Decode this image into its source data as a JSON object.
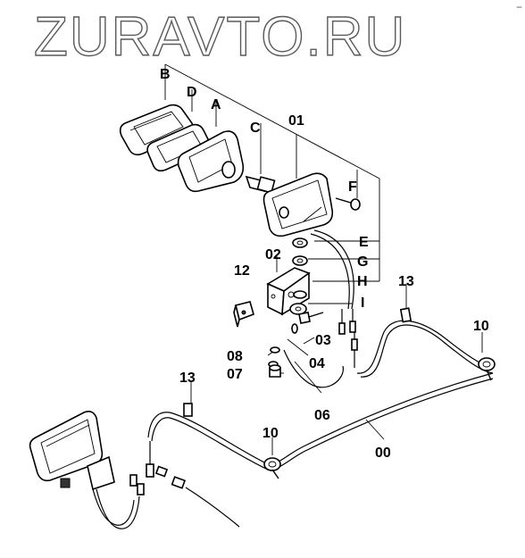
{
  "watermark": "ZURAVTO.RU",
  "corner_mark": "−",
  "labels": {
    "B": "B",
    "D": "D",
    "A": "A",
    "C": "C",
    "p01": "01",
    "F": "F",
    "E": "E",
    "G": "G",
    "p02": "02",
    "H": "H",
    "p12": "12",
    "p13a": "13",
    "I": "I",
    "p10a": "10",
    "p03": "03",
    "p08": "08",
    "p04": "04",
    "p07": "07",
    "p13b": "13",
    "p06": "06",
    "p10b": "10",
    "p00": "00"
  },
  "colors": {
    "line": "#000000",
    "watermark_outline": "#5a5a5a",
    "background": "#ffffff"
  }
}
